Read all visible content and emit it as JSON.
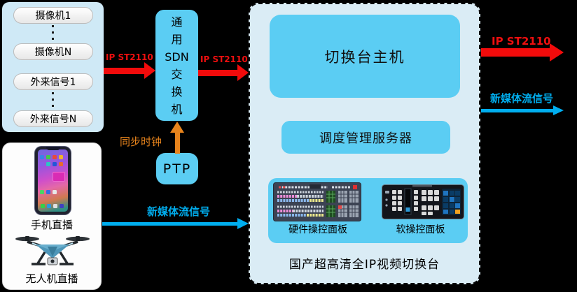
{
  "sources": {
    "camera_1": "摄像机1",
    "camera_n": "摄像机N",
    "external_1": "外来信号1",
    "external_n": "外来信号N"
  },
  "sdn": {
    "lines": [
      "通",
      "用",
      "SDN",
      "交",
      "换",
      "机"
    ]
  },
  "ptp": {
    "label": "PTP"
  },
  "arrows": {
    "ip_in_label": "IP ST2110",
    "ip_mid_label": "IP ST2110",
    "ip_out_label": "IP ST2110",
    "media_in_label": "新媒体流信号",
    "media_out_label": "新媒体流信号",
    "sync_clock_label": "同步时钟"
  },
  "switcher": {
    "host_label": "切换台主机",
    "scheduler_label": "调度管理服务器",
    "hw_panel_label": "硬件操控面板",
    "sw_panel_label": "软操控面板",
    "product_title": "国产超高清全IP视频切换台"
  },
  "media": {
    "phone_label": "手机直播",
    "drone_label": "无人机直播"
  },
  "colors": {
    "accent_cyan": "#5bcdf3",
    "panel_light": "#daecf5",
    "source_light": "#cfe9f6",
    "arrow_red": "#f20b0b",
    "arrow_blue": "#00aeef",
    "arrow_orange": "#e8841c",
    "background": "#000000"
  }
}
